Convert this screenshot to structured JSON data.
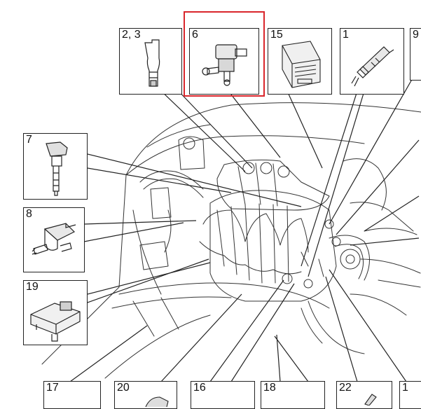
{
  "diagram": {
    "highlight_color": "#d9252b",
    "line_color": "#222222",
    "highlighted_callout": "6",
    "callouts": [
      {
        "id": "c23",
        "label": "2, 3",
        "icon": "sensor-icon"
      },
      {
        "id": "c6",
        "label": "6",
        "icon": "solenoid-valve-icon"
      },
      {
        "id": "c15",
        "label": "15",
        "icon": "control-module-icon"
      },
      {
        "id": "c1a",
        "label": "1",
        "icon": "fuel-injector-icon"
      },
      {
        "id": "c9",
        "label": "9",
        "icon": "component-icon"
      },
      {
        "id": "c7",
        "label": "7",
        "icon": "ignition-coil-icon"
      },
      {
        "id": "c8",
        "label": "8",
        "icon": "purge-valve-icon"
      },
      {
        "id": "c19",
        "label": "19",
        "icon": "map-sensor-icon"
      },
      {
        "id": "c17",
        "label": "17",
        "icon": "component-icon"
      },
      {
        "id": "c20",
        "label": "20",
        "icon": "component-icon"
      },
      {
        "id": "c16",
        "label": "16",
        "icon": "component-icon"
      },
      {
        "id": "c18",
        "label": "18",
        "icon": "component-icon"
      },
      {
        "id": "c22",
        "label": "22",
        "icon": "sensor-icon"
      },
      {
        "id": "c1b",
        "label": "1",
        "icon": "component-icon"
      }
    ]
  }
}
